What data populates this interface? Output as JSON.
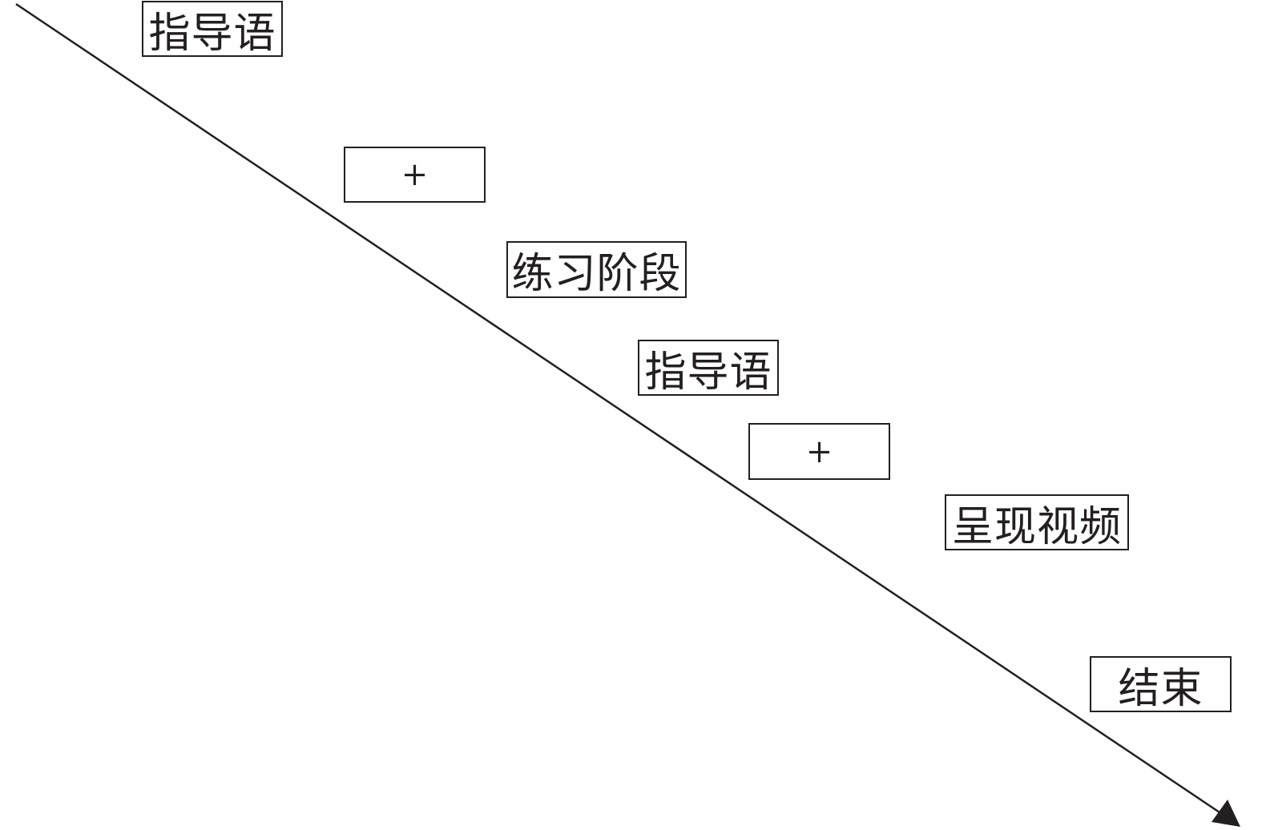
{
  "diagram": {
    "steps": [
      {
        "label": "指导语",
        "kind": "text"
      },
      {
        "label": "+",
        "kind": "fixation"
      },
      {
        "label": "练习阶段",
        "kind": "text"
      },
      {
        "label": "指导语",
        "kind": "text"
      },
      {
        "label": "+",
        "kind": "fixation"
      },
      {
        "label": "呈现视频",
        "kind": "text"
      },
      {
        "label": "结束",
        "kind": "text"
      }
    ],
    "colors": {
      "line": "#231f20",
      "box_border": "#231f20",
      "background": "#ffffff"
    },
    "arrow_direction": "down-right"
  }
}
